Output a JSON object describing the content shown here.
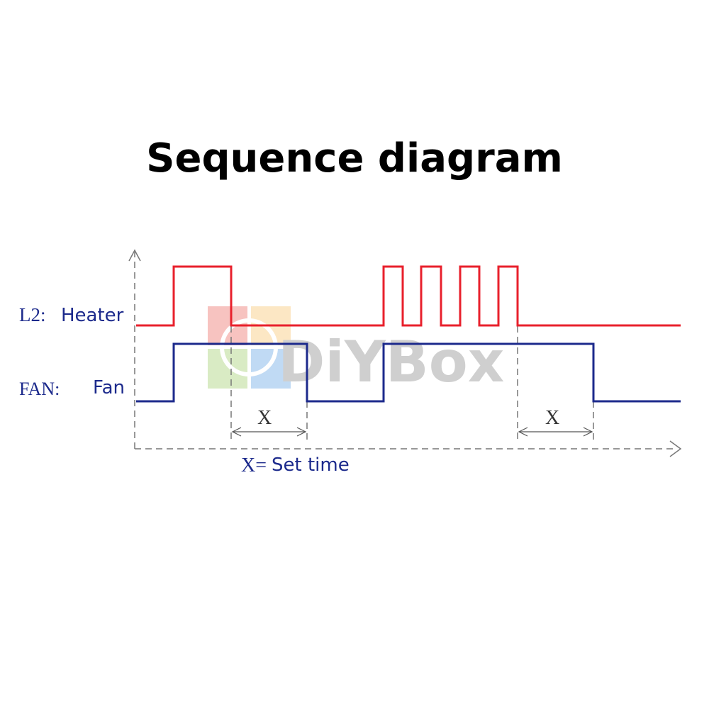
{
  "title": "Sequence diagram",
  "labels": {
    "heater_prefix": "L2:",
    "heater_name": "Heater",
    "fan_prefix": "FAN:",
    "fan_name": "Fan",
    "interval_marker": "X",
    "legend_symbol": "X=",
    "legend_text": "Set time"
  },
  "watermark": {
    "text": "DiYBox",
    "colors": [
      "#e8493f",
      "#f6b84a",
      "#8bc34a",
      "#3d8fe0"
    ]
  },
  "colors": {
    "heater": "#e8202c",
    "fan": "#1c2a8c",
    "label": "#1c2a8c",
    "axis": "#777777"
  }
}
